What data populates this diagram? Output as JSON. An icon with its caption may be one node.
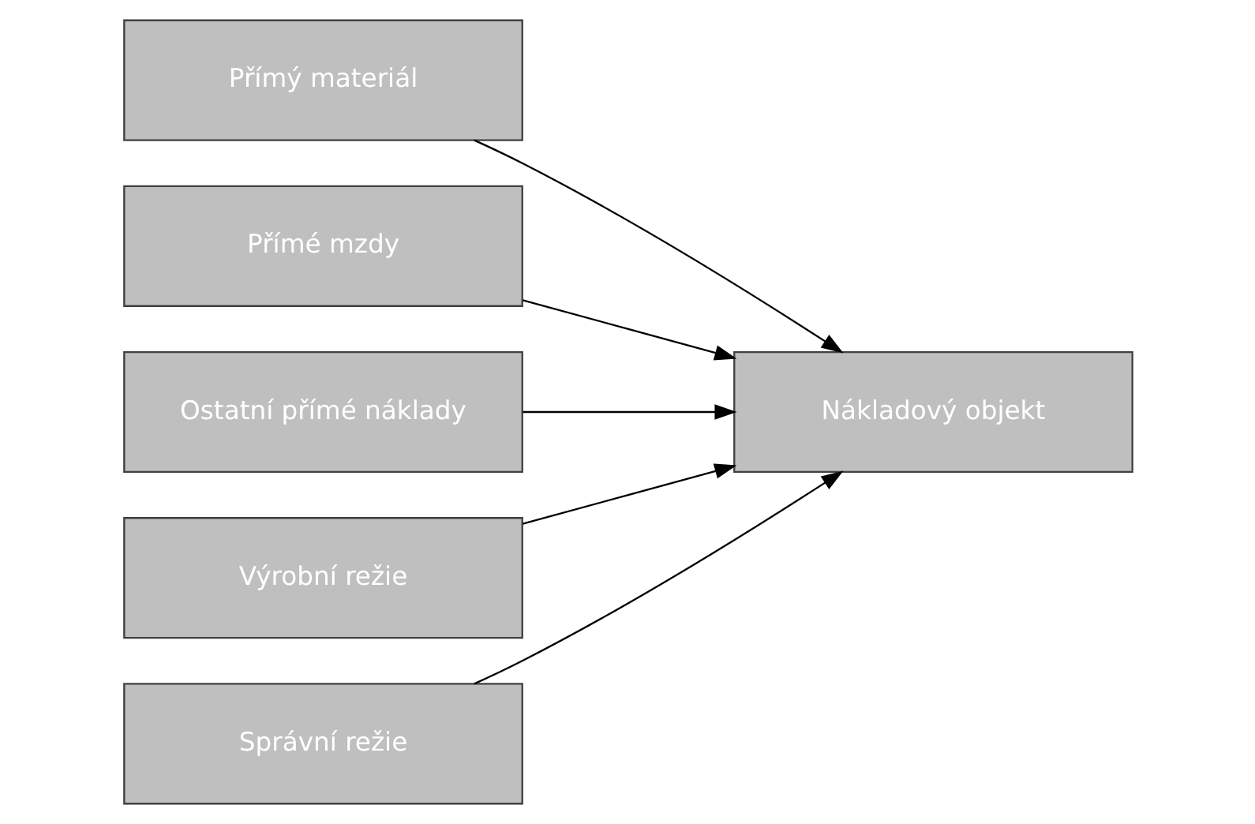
{
  "diagram": {
    "nodes": [
      {
        "text": [
          "Přímý materiál"
        ]
      },
      {
        "text": [
          "Přímé mzdy"
        ]
      },
      {
        "text": [
          "Ostatní přímé náklady"
        ]
      },
      {
        "text": [
          "Výrobní režie"
        ]
      },
      {
        "text": [
          "Správní režie"
        ]
      },
      {
        "text": [
          "Nákladový objekt"
        ]
      }
    ],
    "edges": [
      {
        "from": 0,
        "to": 5,
        "arrow": "to"
      },
      {
        "from": 1,
        "to": 5,
        "arrow": "to"
      },
      {
        "from": 2,
        "to": 5,
        "arrow": "to"
      },
      {
        "from": 3,
        "to": 5,
        "arrow": "to"
      },
      {
        "from": 4,
        "to": 5,
        "arrow": "to"
      }
    ]
  }
}
